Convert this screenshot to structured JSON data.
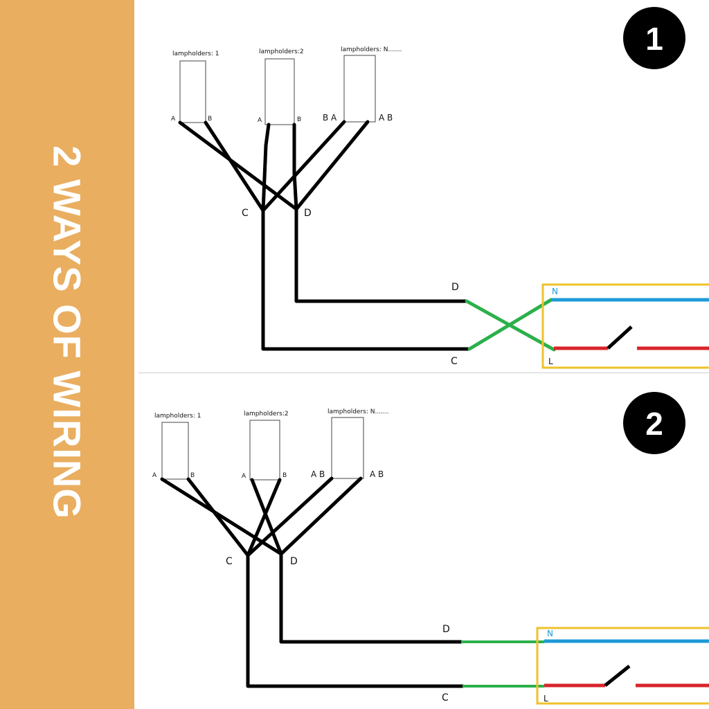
{
  "sidebar": {
    "title": "2 WAYS OF WIRING"
  },
  "colors": {
    "sidebar_bg": "#e9ae60",
    "wire_black": "#000000",
    "wire_green": "#2bb04a",
    "wire_blue": "#1e9ad8",
    "wire_red": "#d9242b",
    "box_yellow": "#efc22a"
  },
  "diagram1": {
    "badge": "1",
    "lampholder_labels": [
      "lampholders:  1",
      "lampholders:2",
      "lampholders: N......."
    ],
    "lamp1_terminals": {
      "a": "A",
      "b": "B"
    },
    "lamp2_terminals": {
      "a": "A",
      "b": "B"
    },
    "lampN_terminals": {
      "left": "B A",
      "right": "A B"
    },
    "junctions": {
      "c": "C",
      "d": "D"
    },
    "ends": {
      "d": "D",
      "c": "C"
    },
    "power": {
      "n": "N",
      "l": "L"
    }
  },
  "diagram2": {
    "badge": "2",
    "lampholder_labels": [
      "lampholders:  1",
      "lampholders:2",
      "lampholders: N......."
    ],
    "lamp1_terminals": {
      "a": "A",
      "b": "B"
    },
    "lamp2_terminals": {
      "a": "A",
      "b": "B"
    },
    "lampN_terminals": {
      "left": "A B",
      "right": "A B"
    },
    "junctions": {
      "c": "C",
      "d": "D"
    },
    "ends": {
      "d": "D",
      "c": "C"
    },
    "power": {
      "n": "N",
      "l": "L"
    }
  }
}
